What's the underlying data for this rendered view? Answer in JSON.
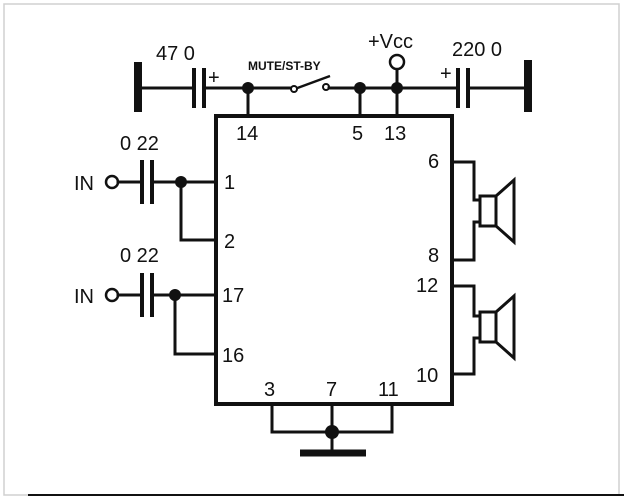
{
  "ic": {
    "pins": {
      "p14": "14",
      "p5": "5",
      "p13": "13",
      "p1": "1",
      "p2": "2",
      "p17": "17",
      "p16": "16",
      "p6": "6",
      "p8": "8",
      "p12": "12",
      "p10": "10",
      "p3": "3",
      "p7": "7",
      "p11": "11"
    }
  },
  "labels": {
    "cap_left": "47 0",
    "cap_right": "220 0",
    "cap_in1": "0 22",
    "cap_in2": "0 22",
    "vcc": "+Vcc",
    "mute": "MUTE/ST-BY",
    "in1": "IN",
    "in2": "IN",
    "plus": "+"
  },
  "colors": {
    "ink": "#111111",
    "background": "#ffffff"
  }
}
